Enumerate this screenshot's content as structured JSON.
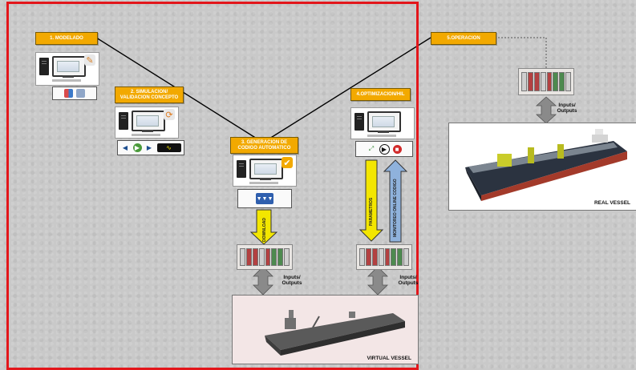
{
  "labels": {
    "modelado": "1. MODELADO",
    "simulacion": "2. SIMULACION/ VALIDACION CONCEPTO",
    "generacion": "3. GENERACION DE CODIGO AUTOMATICO",
    "optimizacion": "4.OPTIMIZACION/HIL",
    "operacion": "5.OPERACION"
  },
  "arrows": {
    "download": "DOWNLOAD",
    "parametros": "PARAMETROS",
    "monitoreo": "MONITOREO ONLINE CODIGO"
  },
  "io_label": "Inputs/ Outputs",
  "vessels": {
    "virtual": "VIRTUAL VESSEL",
    "real": "REAL VESSEL"
  },
  "colors": {
    "frame": "#e3161b",
    "label_fill": "#f2a900",
    "arrow_yellow": "#f3e600",
    "arrow_blue": "#8fb2dc",
    "io_arrow": "#8a8a8a"
  },
  "icons": [
    "pc-pencil-icon",
    "pc-refresh-icon",
    "pc-check-icon",
    "pc-plain-icon",
    "plc-rack-icon",
    "ship-icon"
  ]
}
